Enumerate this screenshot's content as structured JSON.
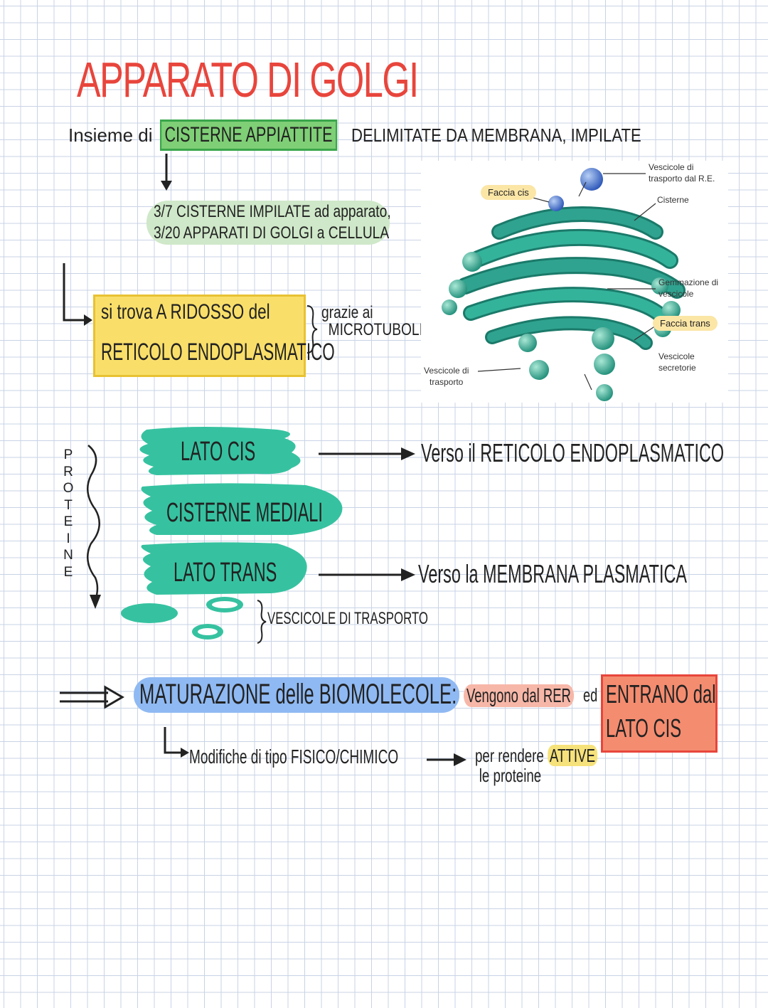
{
  "title": "APPARATO DI GOLGI",
  "intro": {
    "prefix": "Insieme di",
    "highlight": "CISTERNE APPIATTITE",
    "rest": "DELIMITATE DA MEMBRANA, IMPILATE"
  },
  "detail": {
    "line1": "3/7 CISTERNE IMPILATE ad apparato,",
    "line2": "3/20 APPARATI DI GOLGI a CELLULA"
  },
  "position": {
    "line1": "si trova A RIDOSSO del",
    "line2": "RETICOLO ENDOPLASMATICO",
    "note_line1": "grazie ai",
    "note_line2": "MICROTUBOLI"
  },
  "figure": {
    "labels": {
      "faccia_cis": "Faccia cis",
      "vescicole_re_1": "Vescicole di",
      "vescicole_re_2": "trasporto dal R.E.",
      "cisterne": "Cisterne",
      "gemmazione_1": "Gemmazione di",
      "gemmazione_2": "vescicole",
      "faccia_trans": "Faccia trans",
      "vescicole_sec_1": "Vescicole",
      "vescicole_sec_2": "secretorie",
      "vescicole_tr_1": "Vescicole di",
      "vescicole_tr_2": "trasporto"
    },
    "colors": {
      "cisterna": "#2fa38f",
      "cisterna_dark": "#1b7a6a",
      "vesicle_blue": "#3b6fd1",
      "label_pill": "#fbe6a6"
    }
  },
  "flow": {
    "vertical_label": [
      "P",
      "R",
      "O",
      "T",
      "E",
      "I",
      "N",
      "E"
    ],
    "lato_cis": "LATO CIS",
    "mediali": "CISTERNE MEDIALI",
    "lato_trans": "LATO TRANS",
    "verso_cis": "Verso il RETICOLO ENDOPLASMATICO",
    "verso_trans": "Verso la MEMBRANA PLASMATICA",
    "vescicole": "VESCICOLE DI TRASPORTO",
    "stack_color": "#36c2a0"
  },
  "maturation": {
    "title": "MATURAZIONE delle BIOMOLECOLE",
    "colon": ":",
    "vengono": "Vengono dal RER",
    "ed": "ed",
    "entrano_line1": "ENTRANO dal",
    "entrano_line2": "LATO CIS",
    "modifiche": "Modifiche di tipo FISICO/CHIMICO",
    "per_rendere": "per rendere",
    "attive": "ATTIVE",
    "le_proteine": "le proteine"
  },
  "colors": {
    "title_red": "#e8453c",
    "green_box": "#7fcf76",
    "yellow_box": "#f9df6a",
    "blue_pill": "#8fb9f2",
    "red_box": "#f48c70"
  }
}
